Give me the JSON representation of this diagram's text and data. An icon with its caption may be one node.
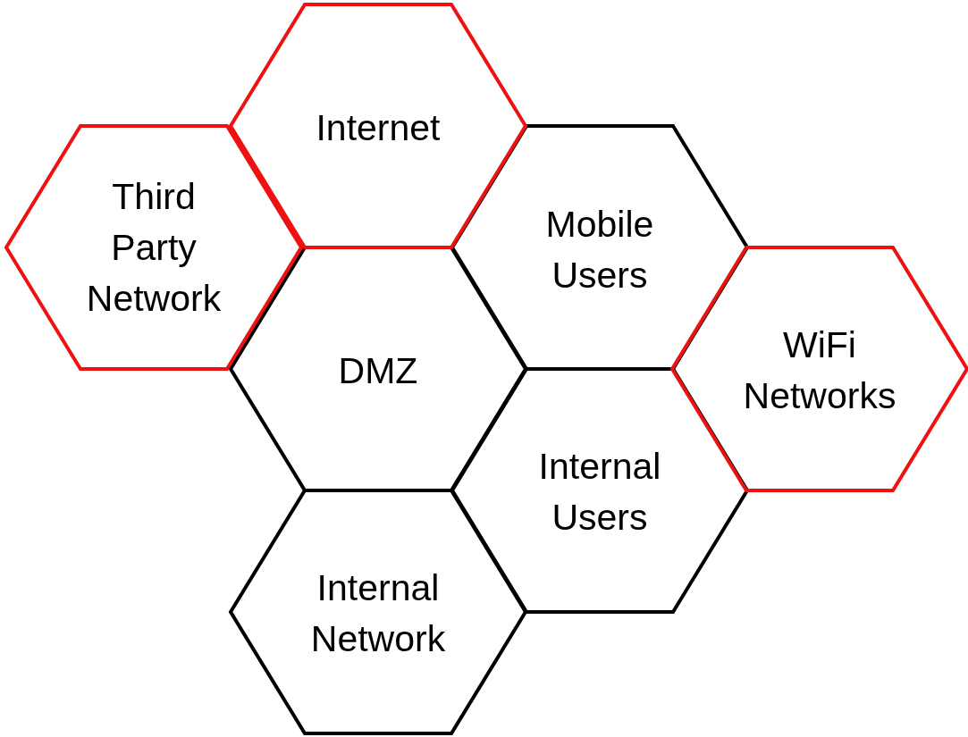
{
  "diagram": {
    "nodes": [
      {
        "text": [
          "Internet"
        ]
      },
      {
        "text": [
          "Third Party Network"
        ]
      },
      {
        "text": [
          "Mobile Users"
        ]
      },
      {
        "text": [
          "DMZ"
        ]
      },
      {
        "text": [
          "WiFi Networks"
        ]
      },
      {
        "text": [
          "Internal Users"
        ]
      },
      {
        "text": [
          "Internal Network"
        ]
      }
    ]
  }
}
